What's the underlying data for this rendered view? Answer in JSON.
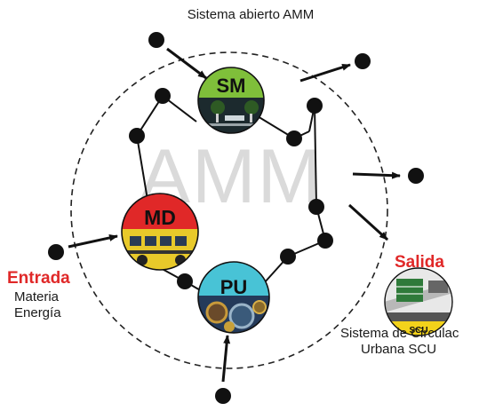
{
  "title": "Sistema abierto AMM",
  "watermark": "AMM",
  "nodes": {
    "sm": {
      "label": "SM",
      "color": "#7fbf3a"
    },
    "md": {
      "label": "MD",
      "color": "#e02828"
    },
    "pu": {
      "label": "PU",
      "color": "#48c3d6"
    }
  },
  "entrada": {
    "label": "Entrada",
    "label_color": "#e02828",
    "items": [
      "Materia",
      "Energía"
    ]
  },
  "salida": {
    "label": "Salida",
    "label_color": "#e02828",
    "badge": "SCU",
    "caption": [
      "Sistema de Circulac",
      "Urbana SCU"
    ]
  },
  "colors": {
    "dot": "#111111",
    "dashed_circle": "#222222",
    "watermark": "#d9d9d9",
    "badge_yellow": "#f2d21b"
  }
}
